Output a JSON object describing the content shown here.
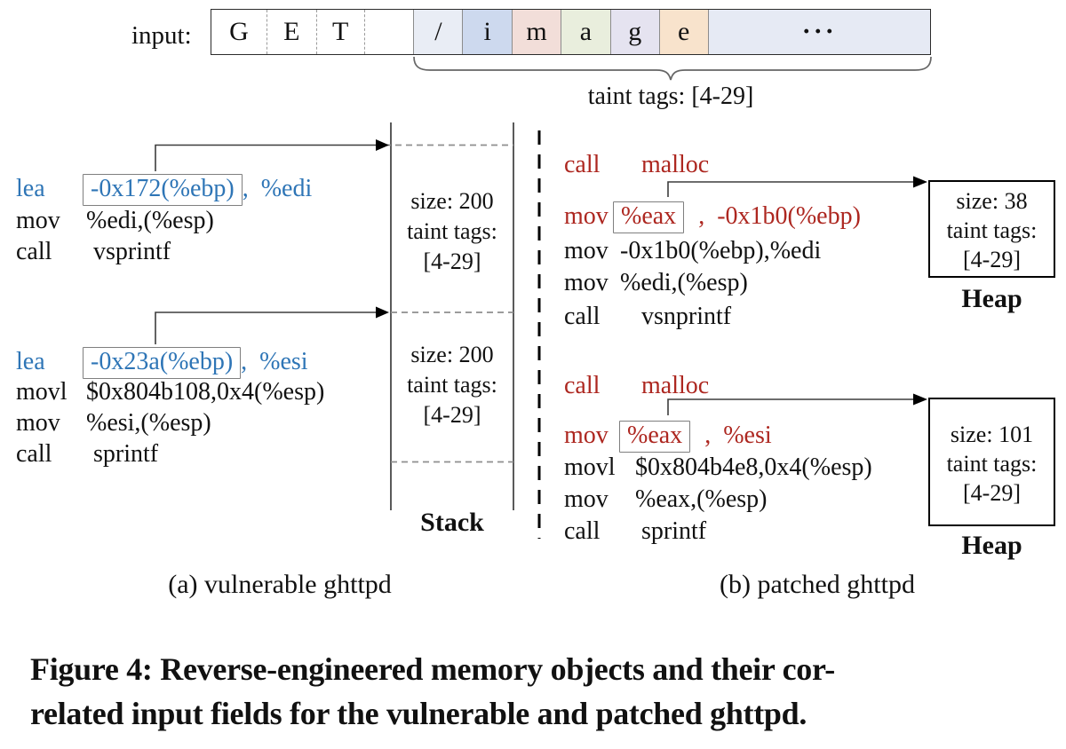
{
  "colors": {
    "asm_blue": "#2e75b6",
    "asm_red": "#ad2720",
    "box_border": "#7f7f7f",
    "dashed_line": "#8f8f8f",
    "solid_line": "#3d3d3d"
  },
  "input_row": {
    "label": "input:",
    "cells": [
      {
        "ch": "G",
        "bg": "#ffffff",
        "sep": "dashed"
      },
      {
        "ch": "E",
        "bg": "#ffffff",
        "sep": "dashed"
      },
      {
        "ch": "T",
        "bg": "#ffffff",
        "sep": "dashed"
      },
      {
        "ch": "",
        "bg": "#ffffff",
        "sep": "solid"
      },
      {
        "ch": "/",
        "bg": "#e9edf5",
        "sep": "solid"
      },
      {
        "ch": "i",
        "bg": "#cdd9ee",
        "sep": "solid"
      },
      {
        "ch": "m",
        "bg": "#f2ded9",
        "sep": "solid"
      },
      {
        "ch": "a",
        "bg": "#e9eedd",
        "sep": "solid"
      },
      {
        "ch": "g",
        "bg": "#e5e3f0",
        "sep": "solid"
      },
      {
        "ch": "e",
        "bg": "#f8e3cc",
        "sep": "solid"
      },
      {
        "ch": "···",
        "bg": "#e6eaf4",
        "sep": "none",
        "wide": true
      }
    ],
    "taint_label": "taint tags: [4-29]"
  },
  "panel_a": {
    "caption": "(a) vulnerable ghttpd",
    "block1": {
      "l1": {
        "mn": "lea",
        "boxed": "-0x172(%ebp)",
        "rest": ",  %edi"
      },
      "l2": {
        "mn": "mov",
        "op": "%edi,(%esp)"
      },
      "l3": {
        "mn": "call",
        "op": "vsprintf"
      }
    },
    "block2": {
      "l1": {
        "mn": "lea",
        "boxed": "-0x23a(%ebp)",
        "rest": ",  %esi"
      },
      "l2": {
        "mn": "movl",
        "op": "$0x804b108,0x4(%esp)"
      },
      "l3": {
        "mn": "mov",
        "op": "%esi,(%esp)"
      },
      "l4": {
        "mn": "call",
        "op": "sprintf"
      }
    },
    "stack": {
      "region1": {
        "size": "size: 200",
        "tags_line1": "taint tags:",
        "tags_line2": "[4-29]"
      },
      "region2": {
        "size": "size: 200",
        "tags_line1": "taint tags:",
        "tags_line2": "[4-29]"
      },
      "label": "Stack"
    }
  },
  "panel_b": {
    "caption": "(b) patched ghttpd",
    "block1": {
      "l1": {
        "mn": "call",
        "op": "malloc"
      },
      "l2": {
        "mn": "mov",
        "boxed": "%eax",
        "rest": ",  -0x1b0(%ebp)"
      },
      "l3": {
        "mn": "mov",
        "op": "-0x1b0(%ebp),%edi"
      },
      "l4": {
        "mn": "mov",
        "op": "%edi,(%esp)"
      },
      "l5": {
        "mn": "call",
        "op": "vsnprintf"
      }
    },
    "block2": {
      "l1": {
        "mn": "call",
        "op": "malloc"
      },
      "l2": {
        "mn": "mov",
        "boxed": "%eax",
        "rest": ",  %esi"
      },
      "l3": {
        "mn": "movl",
        "op": "$0x804b4e8,0x4(%esp)"
      },
      "l4": {
        "mn": "mov",
        "op": "%eax,(%esp)"
      },
      "l5": {
        "mn": "call",
        "op": "sprintf"
      }
    },
    "heap1": {
      "size": "size: 38",
      "tags_line1": "taint tags:",
      "tags_line2": "[4-29]",
      "label": "Heap"
    },
    "heap2": {
      "size": "size: 101",
      "tags_line1": "taint tags:",
      "tags_line2": "[4-29]",
      "label": "Heap"
    }
  },
  "figure_caption": {
    "line1": "Figure 4: Reverse-engineered memory objects and their cor-",
    "line2": "related input fields for the vulnerable and patched ghttpd."
  }
}
